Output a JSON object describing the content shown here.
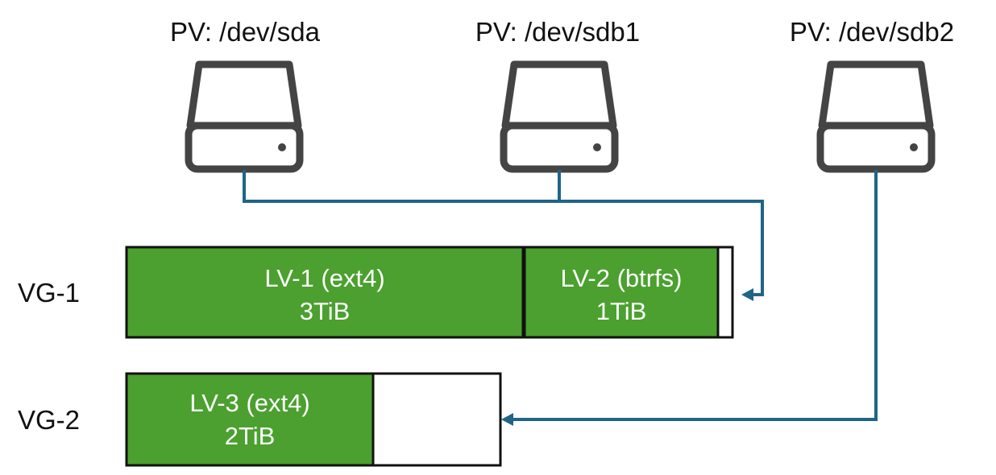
{
  "colors": {
    "lv_fill": "#4ba02f",
    "connector": "#1f6585",
    "drive_stroke": "#444444",
    "vg_frame": "#111111"
  },
  "physical_volumes": [
    {
      "label": "PV: /dev/sda",
      "icon": "hard-drive-icon"
    },
    {
      "label": "PV: /dev/sdb1",
      "icon": "hard-drive-icon"
    },
    {
      "label": "PV: /dev/sdb2",
      "icon": "hard-drive-icon"
    }
  ],
  "volume_groups": [
    {
      "label": "VG-1",
      "logical_volumes": [
        {
          "name": "LV-1 (ext4)",
          "size": "3TiB"
        },
        {
          "name": "LV-2 (btrfs)",
          "size": "1TiB"
        }
      ]
    },
    {
      "label": "VG-2",
      "logical_volumes": [
        {
          "name": "LV-3 (ext4)",
          "size": "2TiB"
        }
      ]
    }
  ],
  "connections": [
    {
      "from": "PV: /dev/sda",
      "to": "VG-1"
    },
    {
      "from": "PV: /dev/sdb1",
      "to": "VG-1"
    },
    {
      "from": "PV: /dev/sdb2",
      "to": "VG-2"
    }
  ]
}
